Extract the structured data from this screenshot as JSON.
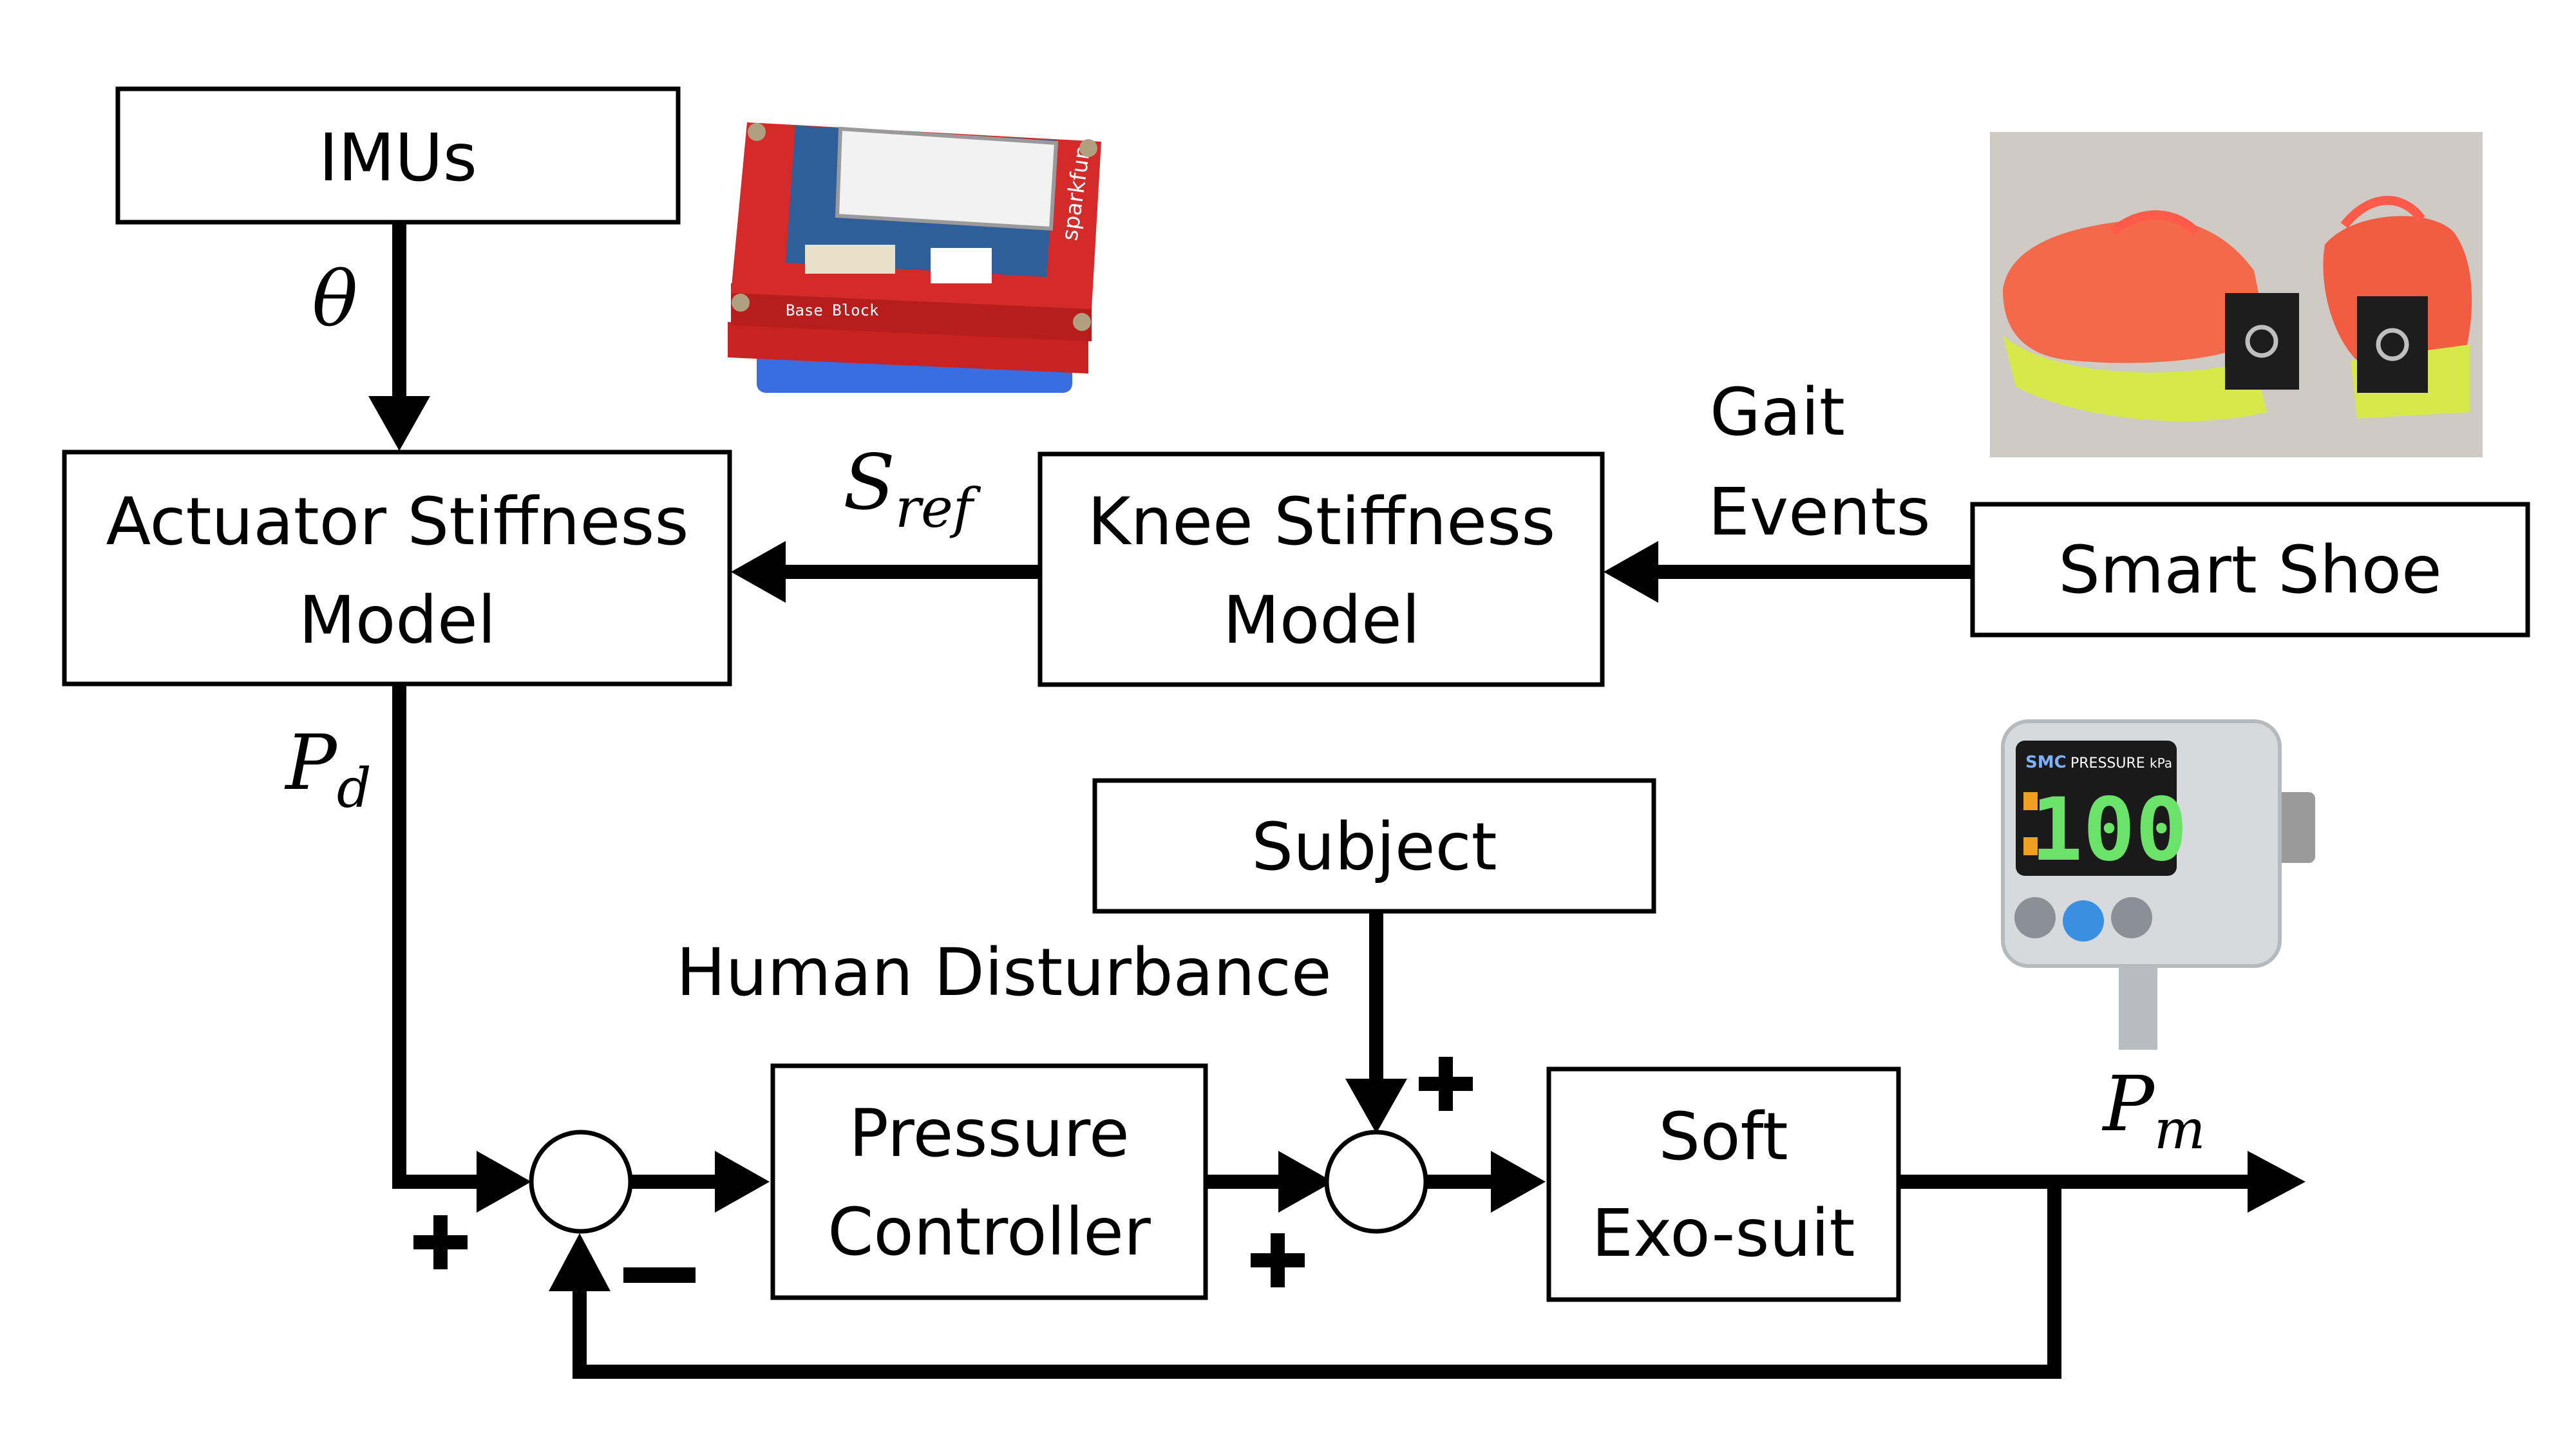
{
  "blocks": {
    "imus": "IMUs",
    "actuator_model": [
      "Actuator Stiffness",
      "Model"
    ],
    "knee_model": [
      "Knee Stiffness",
      "Model"
    ],
    "smart_shoe": "Smart Shoe",
    "subject": "Subject",
    "pressure_controller": [
      "Pressure",
      "Controller"
    ],
    "soft_exosuit": [
      "Soft",
      "Exo-suit"
    ]
  },
  "signals": {
    "theta": "θ",
    "s_ref_base": "S",
    "s_ref_sub": "ref",
    "gait_events": [
      "Gait",
      "Events"
    ],
    "p_d_base": "P",
    "p_d_sub": "d",
    "p_m_base": "P",
    "p_m_sub": "m",
    "human_disturbance": "Human Disturbance"
  },
  "summing_signs": {
    "sum1_plus": "+",
    "sum1_minus": "−",
    "sum2_plus_left": "+",
    "sum2_plus_top": "+"
  },
  "photos": {
    "board": "sparkfun",
    "board_text": "Base Block",
    "sensor_brand": "SMC",
    "sensor_label": "PRESSURE",
    "sensor_unit": "kPa",
    "sensor_reading": "100"
  },
  "colors": {
    "line": "#000000",
    "shoe": "#f4694a",
    "board": "#d42a2a",
    "sensor_display": "#1a1a1a",
    "sensor_digits": "#6be36b"
  }
}
